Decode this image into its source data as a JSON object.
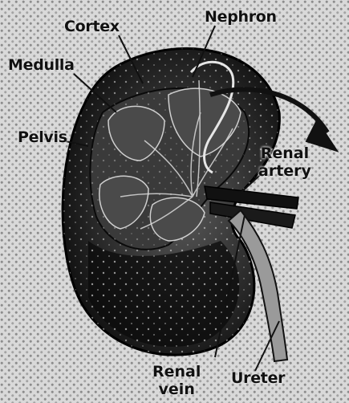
{
  "labels": {
    "cortex": "Cortex",
    "nephron": "Nephron",
    "medulla": "Medulla",
    "pelvis": "Pelvis",
    "renal_artery": [
      "Renal",
      "artery"
    ],
    "renal_vein": [
      "Renal",
      "vein"
    ],
    "ureter": "Ureter"
  }
}
